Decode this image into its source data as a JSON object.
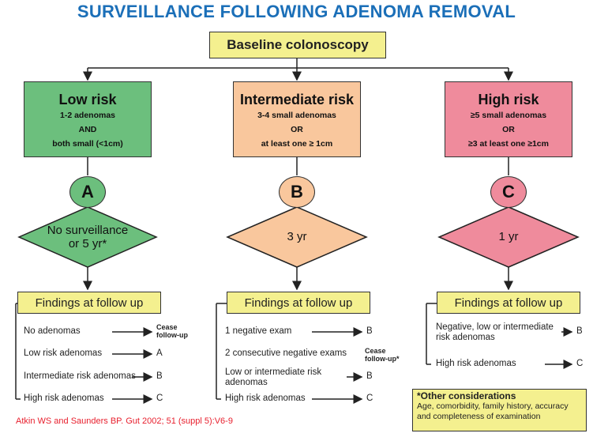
{
  "title": "SURVEILLANCE FOLLOWING ADENOMA REMOVAL",
  "baseline": "Baseline colonoscopy",
  "risks": [
    {
      "heading": "Low risk",
      "line1": "1-2 adenomas",
      "line2": "AND",
      "line3": "both small (<1cm)",
      "letter": "A",
      "decision_line1": "No surveillance",
      "decision_line2": "or 5 yr*",
      "color": "#6cbf7d"
    },
    {
      "heading": "Intermediate risk",
      "line1": "3-4 small adenomas",
      "line2": "OR",
      "line3": "at least one ≥ 1cm",
      "letter": "B",
      "decision_line1": "3 yr",
      "decision_line2": "",
      "color": "#f9c79d"
    },
    {
      "heading": "High risk",
      "line1": "≥5 small adenomas",
      "line2": "OR",
      "line3": "≥3 at least one ≥1cm",
      "letter": "C",
      "decision_line1": "1 yr",
      "decision_line2": "",
      "color": "#ef8b9c"
    }
  ],
  "findings_label": "Findings at follow up",
  "low_findings": [
    {
      "text": "No adenomas",
      "dest_line1": "Cease",
      "dest_line2": "follow-up"
    },
    {
      "text": "Low risk adenomas",
      "dest": "A"
    },
    {
      "text": "Intermediate risk adenomas",
      "dest": "B"
    },
    {
      "text": "High risk adenomas",
      "dest": "C"
    }
  ],
  "int_findings": [
    {
      "text": "1 negative exam",
      "dest": "B"
    },
    {
      "text": "2 consecutive negative exams",
      "dest_line1": "Cease",
      "dest_line2": "follow-up*"
    },
    {
      "text_line1": "Low or intermediate risk",
      "text_line2": "adenomas",
      "dest": "B"
    },
    {
      "text": "High risk adenomas",
      "dest": "C"
    }
  ],
  "high_findings": [
    {
      "text_line1": "Negative, low or intermediate",
      "text_line2": "risk adenomas",
      "dest": "B"
    },
    {
      "text": "High risk adenomas",
      "dest": "C"
    }
  ],
  "other": {
    "heading": "*Other considerations",
    "line1": "Age, comorbidity, family history, accuracy",
    "line2": "and completeness of examination"
  },
  "citation": "Atkin WS and Saunders BP. Gut 2002; 51 (suppl 5):V6-9",
  "colors": {
    "title": "#1b6fb8",
    "yellow": "#f4f08f",
    "citation": "#e8202e"
  }
}
